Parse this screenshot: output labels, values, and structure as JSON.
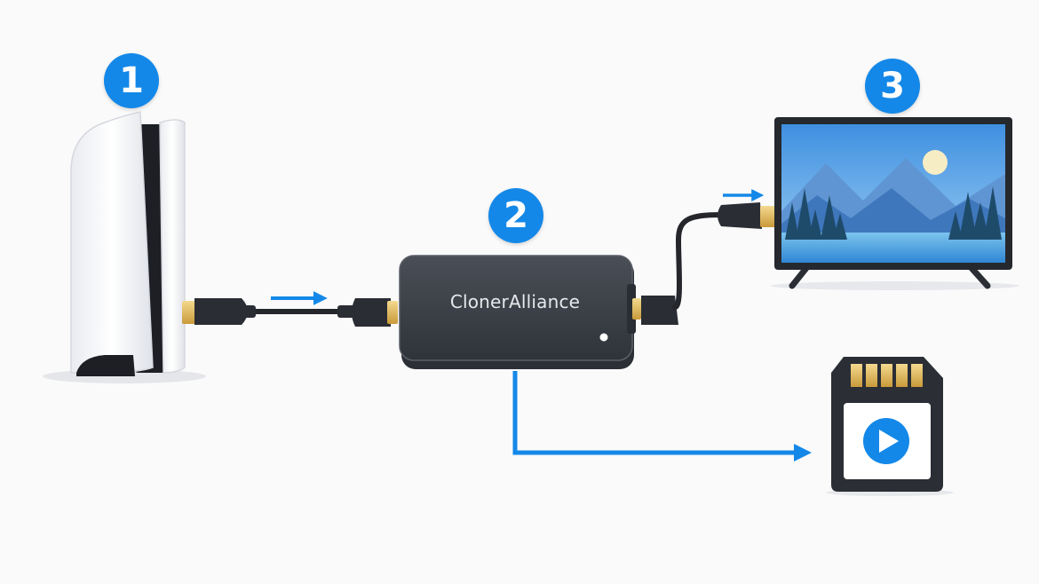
{
  "steps": {
    "step1": "1",
    "step2": "2",
    "step3": "3"
  },
  "device": {
    "brand": "ClonerAlliance"
  },
  "colors": {
    "accent_blue": "#1488e8",
    "device_body": "#3c4048",
    "connector_gold": "#e3b95a"
  },
  "icons": {
    "console": "game-console-icon",
    "capture": "capture-device-icon",
    "tv": "tv-icon",
    "sd_card": "sd-card-icon",
    "play": "play-icon"
  }
}
